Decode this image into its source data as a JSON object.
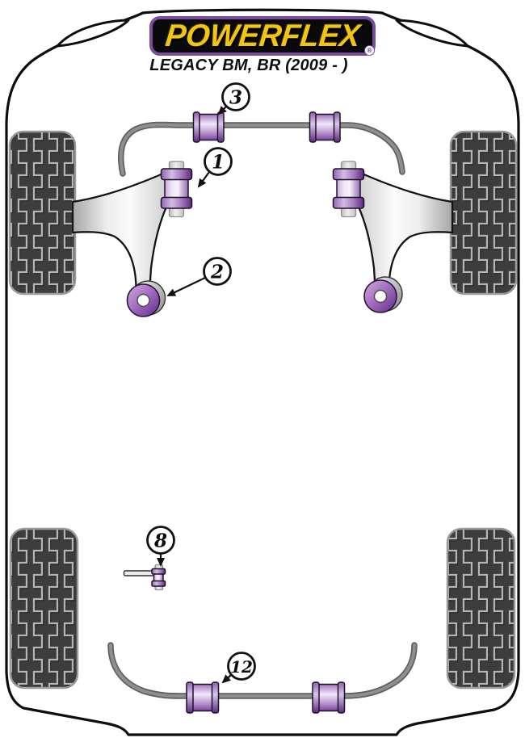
{
  "header": {
    "brand": "POWERFLEX",
    "registered_mark": "®",
    "model": "LEGACY BM, BR (2009 - )"
  },
  "callouts": [
    {
      "number": "3"
    },
    {
      "number": "1"
    },
    {
      "number": "2"
    },
    {
      "number": "8"
    },
    {
      "number": "12"
    }
  ],
  "colors": {
    "brand_yellow": "#f2c50f",
    "brand_border_purple": "#7b4b9e",
    "bushing_purple": "#7d3f9e",
    "bushing_highlight": "#f1e9f7",
    "bar_gray": "#787878",
    "arm_fill_light": "#f4f4f4",
    "tire_dark": "#3d3d3d",
    "tread_light": "#b5b5b5",
    "outline_black": "#0d0d0d"
  }
}
